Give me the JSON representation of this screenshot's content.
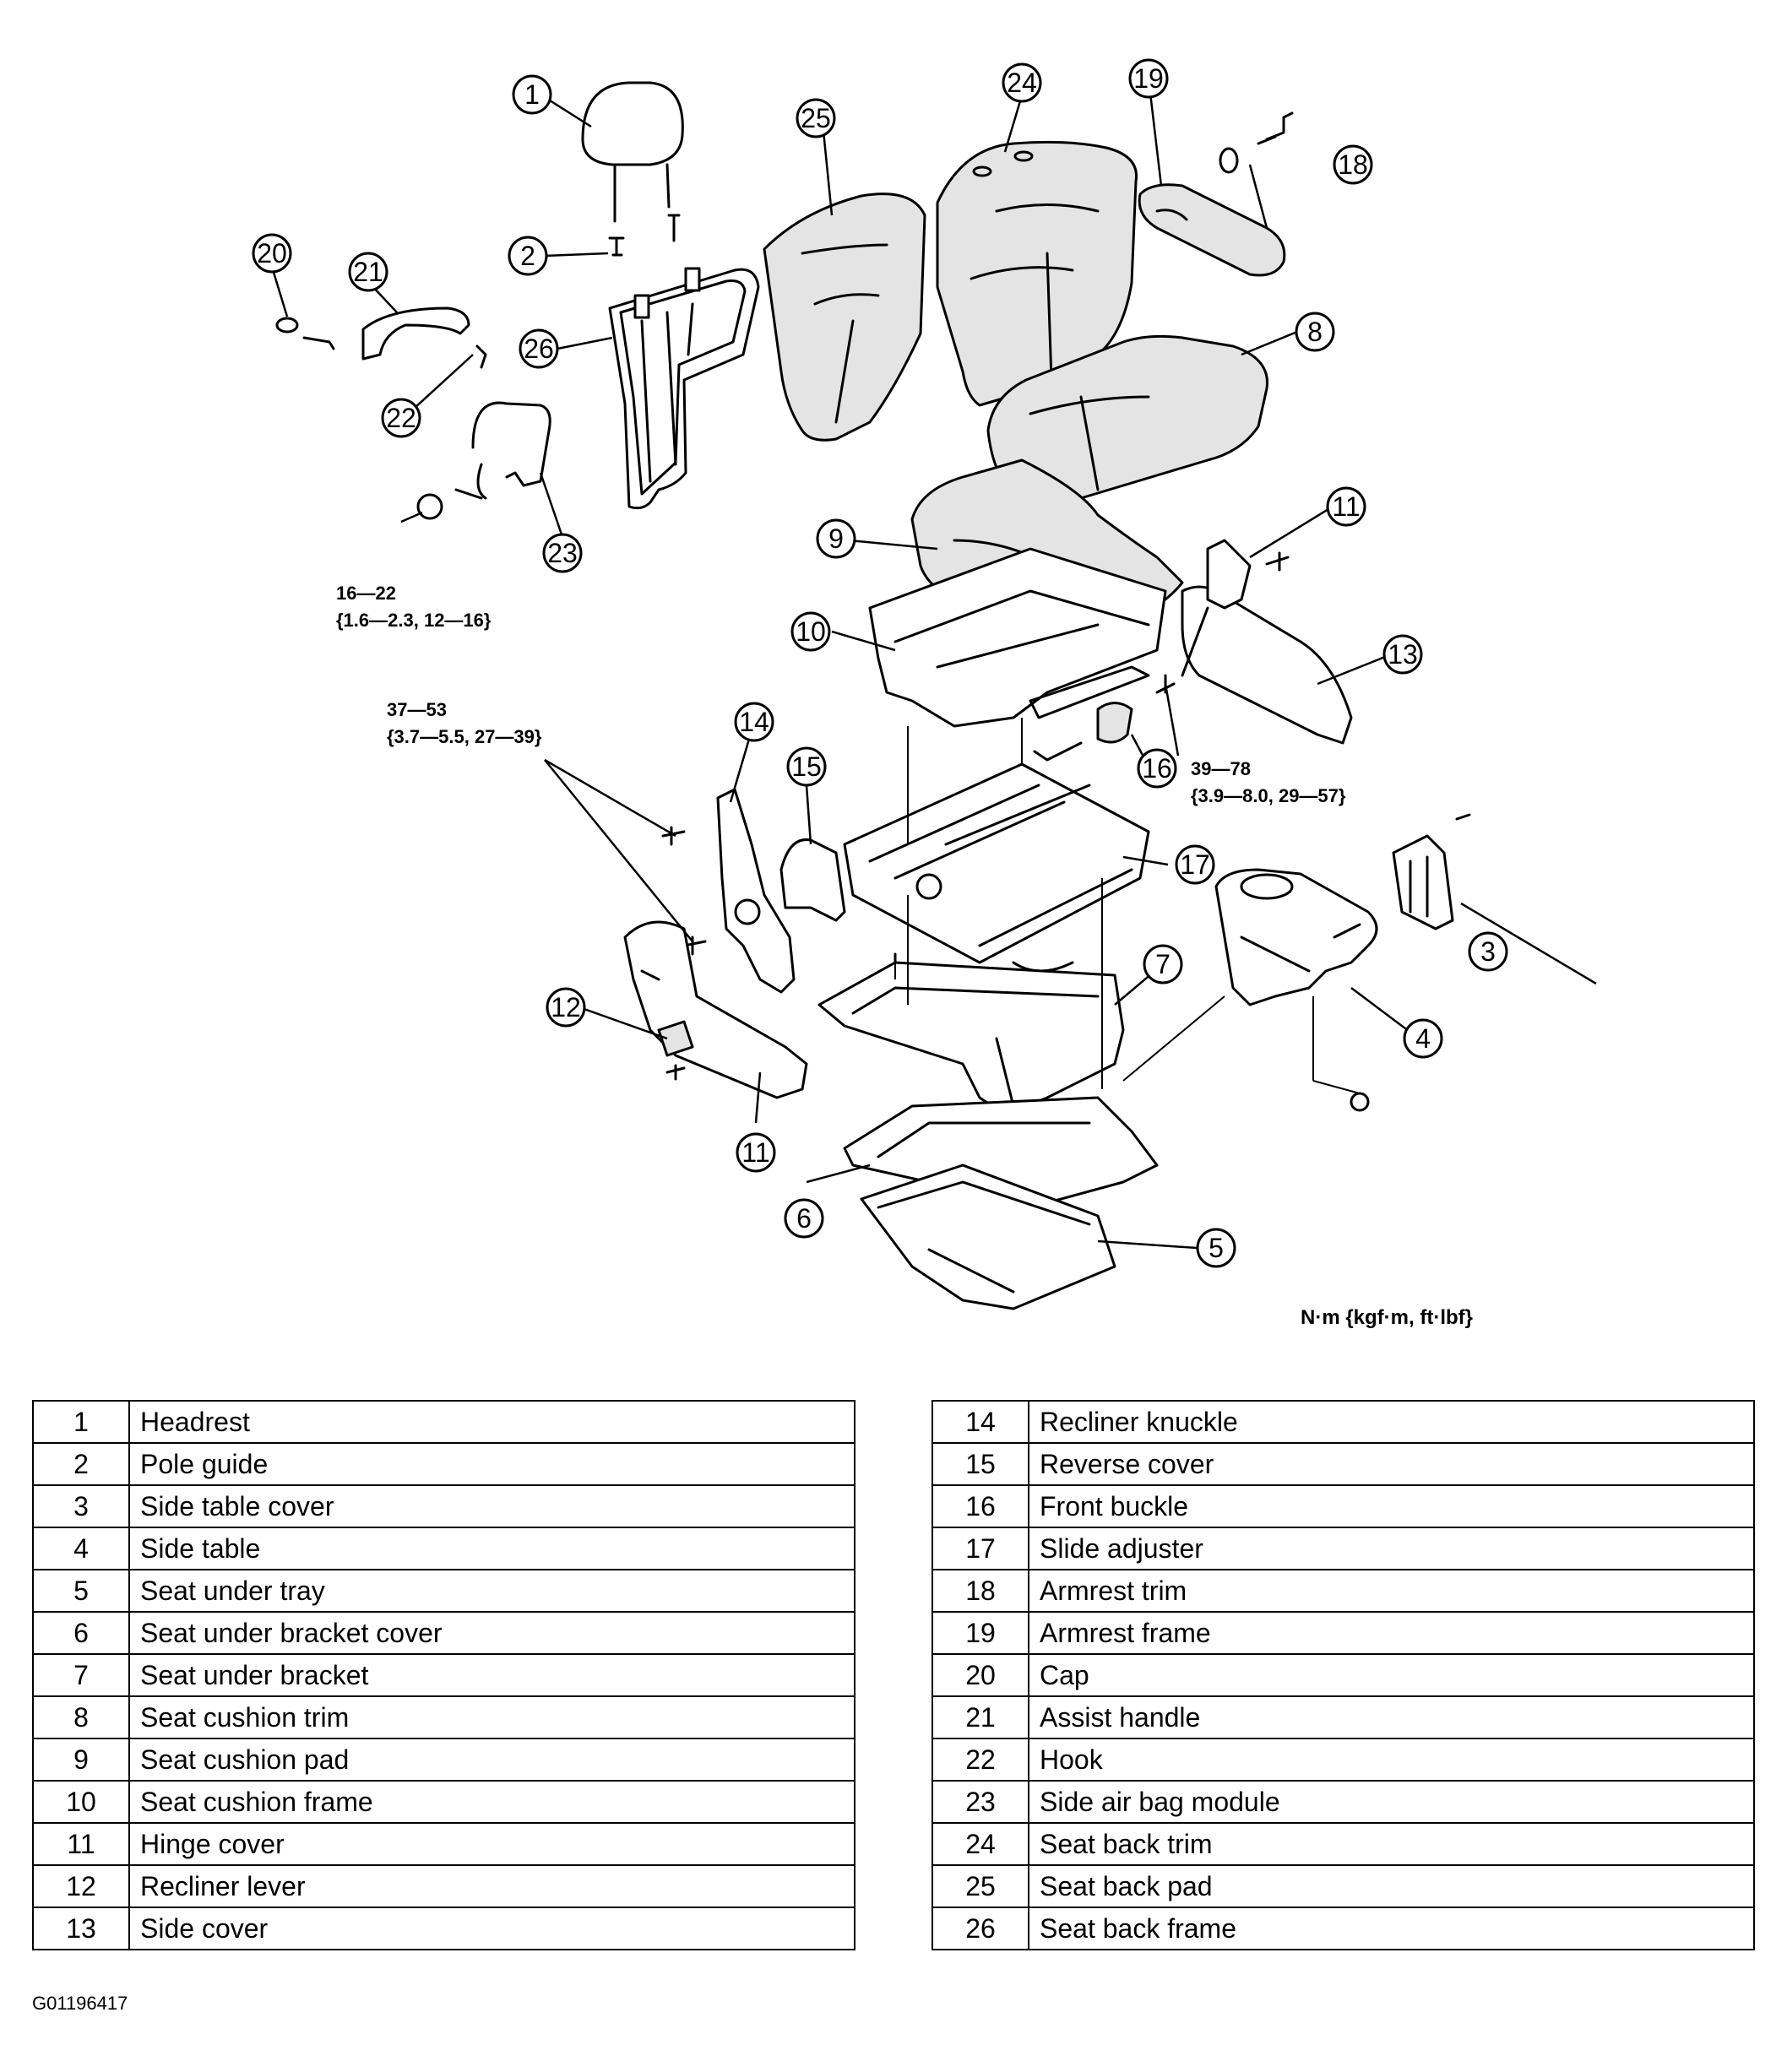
{
  "torque_specs": [
    {
      "line1": "16—22",
      "line2": "{1.6—2.3, 12—16}"
    },
    {
      "line1": "37—53",
      "line2": "{3.7—5.5, 27—39}"
    },
    {
      "line1": "39—78",
      "line2": "{3.9—8.0, 29—57}"
    }
  ],
  "units_note": "N·m {kgf·m, ft·lbf}",
  "parts": [
    {
      "no": "1",
      "name": "Headrest"
    },
    {
      "no": "2",
      "name": "Pole guide"
    },
    {
      "no": "3",
      "name": "Side table cover"
    },
    {
      "no": "4",
      "name": "Side table"
    },
    {
      "no": "5",
      "name": "Seat under tray"
    },
    {
      "no": "6",
      "name": "Seat under bracket cover"
    },
    {
      "no": "7",
      "name": "Seat under bracket"
    },
    {
      "no": "8",
      "name": "Seat cushion trim"
    },
    {
      "no": "9",
      "name": "Seat cushion pad"
    },
    {
      "no": "10",
      "name": "Seat cushion frame"
    },
    {
      "no": "11",
      "name": "Hinge cover"
    },
    {
      "no": "12",
      "name": "Recliner lever"
    },
    {
      "no": "13",
      "name": "Side cover"
    },
    {
      "no": "14",
      "name": "Recliner knuckle"
    },
    {
      "no": "15",
      "name": "Reverse cover"
    },
    {
      "no": "16",
      "name": "Front buckle"
    },
    {
      "no": "17",
      "name": "Slide adjuster"
    },
    {
      "no": "18",
      "name": "Armrest trim"
    },
    {
      "no": "19",
      "name": "Armrest frame"
    },
    {
      "no": "20",
      "name": "Cap"
    },
    {
      "no": "21",
      "name": "Assist handle"
    },
    {
      "no": "22",
      "name": "Hook"
    },
    {
      "no": "23",
      "name": "Side air bag module"
    },
    {
      "no": "24",
      "name": "Seat back trim"
    },
    {
      "no": "25",
      "name": "Seat back pad"
    },
    {
      "no": "26",
      "name": "Seat back frame"
    }
  ],
  "figure_id": "G01196417"
}
